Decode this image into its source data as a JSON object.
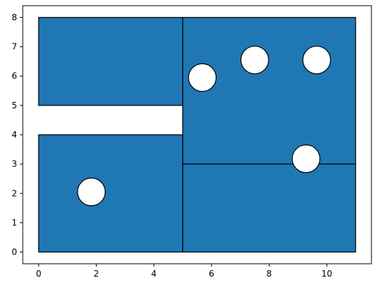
{
  "chart_data": {
    "type": "scatter",
    "title": "",
    "xlabel": "",
    "ylabel": "",
    "xlim": [
      -0.55,
      11.55
    ],
    "ylim": [
      -0.4,
      8.4
    ],
    "xticks": [
      0,
      2,
      4,
      6,
      8,
      10
    ],
    "yticks": [
      0,
      1,
      2,
      3,
      4,
      5,
      6,
      7,
      8
    ],
    "grid": false,
    "rectangles": [
      {
        "x0": 0,
        "y0": 5,
        "x1": 5,
        "y1": 8
      },
      {
        "x0": 0,
        "y0": 0,
        "x1": 5,
        "y1": 4
      },
      {
        "x0": 5,
        "y0": 3,
        "x1": 11,
        "y1": 8
      },
      {
        "x0": 5,
        "y0": 0,
        "x1": 11,
        "y1": 3
      }
    ],
    "circles": [
      {
        "x": 1.83,
        "y": 2.05,
        "r": 0.48
      },
      {
        "x": 5.68,
        "y": 5.95,
        "r": 0.48
      },
      {
        "x": 7.5,
        "y": 6.55,
        "r": 0.48
      },
      {
        "x": 9.65,
        "y": 6.55,
        "r": 0.48
      },
      {
        "x": 9.28,
        "y": 3.18,
        "r": 0.48
      }
    ],
    "fill_color": "#1f77b4",
    "edge_color": "#000000",
    "circle_fill": "#ffffff"
  }
}
